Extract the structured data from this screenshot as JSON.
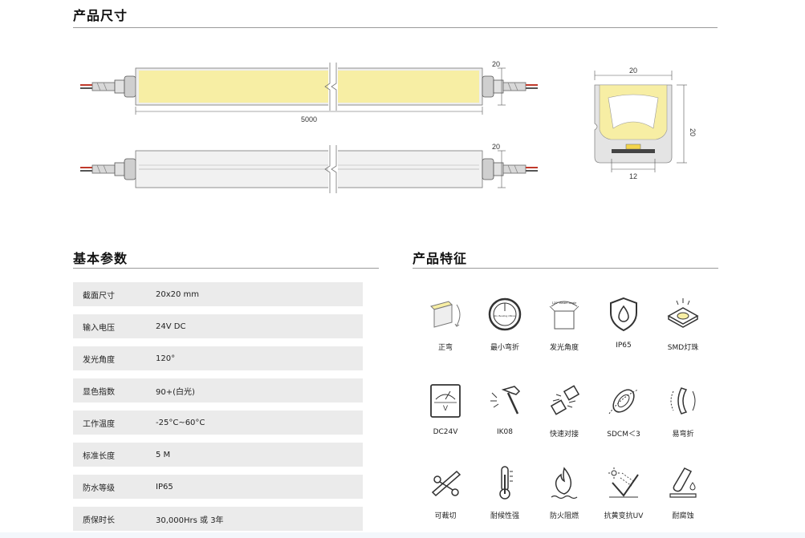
{
  "dimensions": {
    "title": "产品尺寸",
    "length_label": "5000",
    "end_height_label_top": "20",
    "end_height_label_bottom": "20",
    "section_width_label": "20",
    "section_height_label": "20",
    "section_base_label": "12"
  },
  "params": {
    "title": "基本参数",
    "rows": [
      {
        "key": "截面尺寸",
        "value": "20x20 mm"
      },
      {
        "key": "输入电压",
        "value": "24V DC"
      },
      {
        "key": "发光角度",
        "value": "120°"
      },
      {
        "key": "显色指数",
        "value": "90+(白光)"
      },
      {
        "key": "工作温度",
        "value": "-25°C~60°C"
      },
      {
        "key": "标准长度",
        "value": "5 M"
      },
      {
        "key": "防水等级",
        "value": "IP65"
      },
      {
        "key": "质保时长",
        "value": "30,000Hrs 或 3年"
      }
    ]
  },
  "features": {
    "title": "产品特征",
    "items": [
      {
        "label": "正弯",
        "icon": "front-bend-icon"
      },
      {
        "label": "最小弯折",
        "icon": "min-bend-icon",
        "icon_text": "Min. Bending 150mm"
      },
      {
        "label": "发光角度",
        "icon": "beam-angle-icon",
        "icon_text": "120° Beam angle"
      },
      {
        "label": "IP65",
        "icon": "waterproof-shield-icon"
      },
      {
        "label": "SMD灯珠",
        "icon": "smd-chip-icon"
      },
      {
        "label": "DC24V",
        "icon": "voltmeter-icon"
      },
      {
        "label": "IK08",
        "icon": "hammer-impact-icon"
      },
      {
        "label": "快速对接",
        "icon": "quick-connect-icon"
      },
      {
        "label": "SDCM＜3",
        "icon": "color-consistency-icon"
      },
      {
        "label": "易弯折",
        "icon": "easy-bend-icon"
      },
      {
        "label": "可裁切",
        "icon": "scissors-cut-icon"
      },
      {
        "label": "耐候性强",
        "icon": "thermometer-icon"
      },
      {
        "label": "防火阻燃",
        "icon": "flame-retardant-icon"
      },
      {
        "label": "抗黄变抗UV",
        "icon": "anti-uv-icon"
      },
      {
        "label": "耐腐蚀",
        "icon": "corrosion-resistant-icon"
      }
    ]
  },
  "colors": {
    "lit_yellow": "#f7eea4",
    "housing_grey": "#e4e4e4",
    "rule_grey": "#9a9a9a",
    "row_grey": "#ebebeb"
  }
}
